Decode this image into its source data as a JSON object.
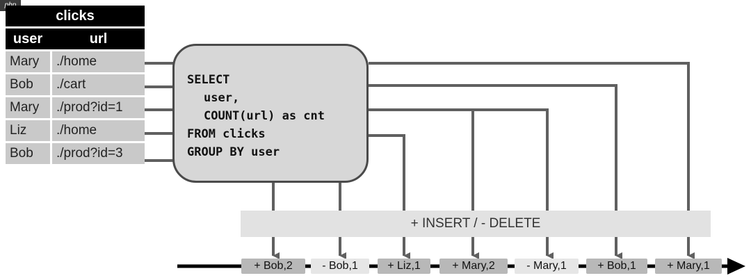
{
  "logo": "php",
  "table": {
    "caption": "clicks",
    "headers": [
      "user",
      "url"
    ],
    "rows": [
      {
        "user": "Mary",
        "url": "./home"
      },
      {
        "user": "Bob",
        "url": "./cart"
      },
      {
        "user": "Mary",
        "url": "./prod?id=1"
      },
      {
        "user": "Liz",
        "url": "./home"
      },
      {
        "user": "Bob",
        "url": "./prod?id=3"
      }
    ]
  },
  "query": {
    "lines": [
      "SELECT",
      "user,",
      "COUNT(url) as cnt",
      "FROM clicks",
      "GROUP BY user"
    ]
  },
  "changelog": {
    "band_label": "+ INSERT / - DELETE",
    "entries": [
      {
        "label": "+ Bob,2",
        "kind": "insert"
      },
      {
        "label": "- Bob,1",
        "kind": "delete"
      },
      {
        "label": "+ Liz,1",
        "kind": "insert"
      },
      {
        "label": "+ Mary,2",
        "kind": "insert"
      },
      {
        "label": "- Mary,1",
        "kind": "delete"
      },
      {
        "label": "+ Bob,1",
        "kind": "insert"
      },
      {
        "label": "+ Mary,1",
        "kind": "insert"
      }
    ]
  },
  "colors": {
    "connector": "#606060",
    "timeline": "#000000",
    "insert_chip": "#b8b8b8",
    "delete_chip": "#e6e6e6"
  }
}
